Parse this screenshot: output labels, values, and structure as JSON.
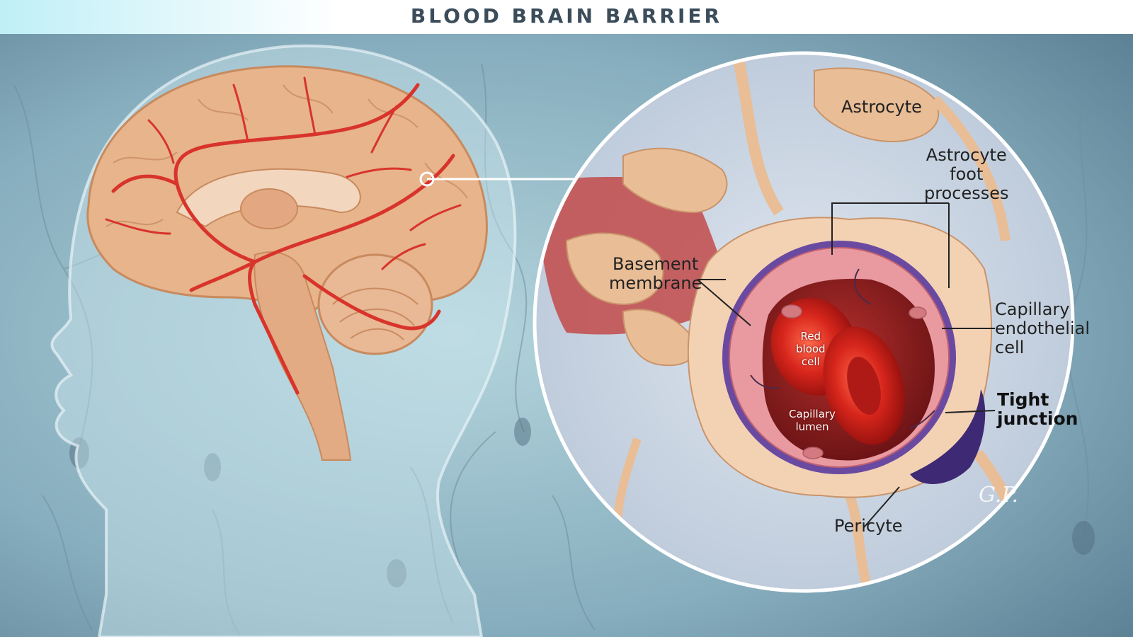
{
  "title": "BLOOD BRAIN BARRIER",
  "labels": {
    "astrocyte": "Astrocyte",
    "astrocyte_foot_processes": "Astrocyte\nfoot\nprocesses",
    "basement_membrane": "Basement\nmembrane",
    "capillary_endothelial_cell": "Capillary\nendothelial\ncell",
    "tight_junction": "Tight\njunction",
    "pericyte": "Pericyte",
    "red_blood_cell": "Red\nblood\ncell",
    "capillary_lumen": "Capillary\nlumen"
  },
  "signature": "G.P.",
  "colors": {
    "background": "#7fa6b6",
    "brain_tissue": "#e7b48c",
    "artery": "#d8342c",
    "astrocyte": "#e9bd96",
    "pericyte": "#5a3e8c",
    "title_text": "#3b4c5a"
  }
}
